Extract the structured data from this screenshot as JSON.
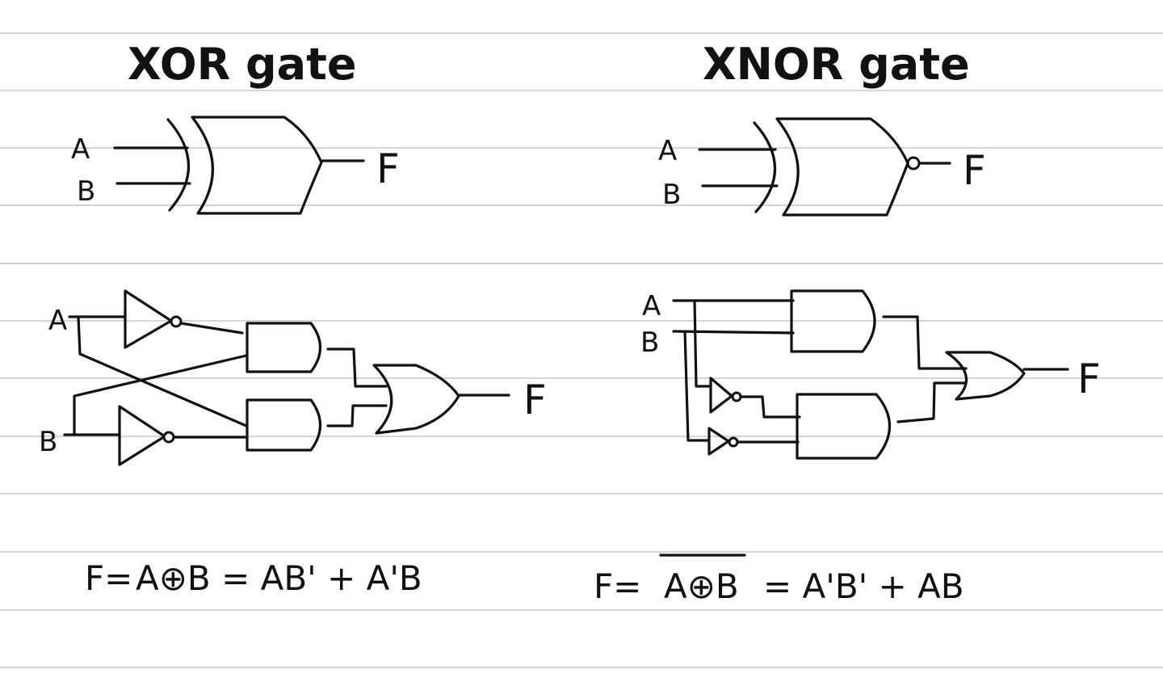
{
  "xor": {
    "title": "XOR gate",
    "input_a": "A",
    "input_b": "B",
    "output": "F",
    "equation_lhs": "F=",
    "equation_rhs": "A⊕B = AB' + A'B"
  },
  "xnor": {
    "title": "XNOR gate",
    "input_a": "A",
    "input_b": "B",
    "output": "F",
    "equation_lhs": "F=",
    "equation_bar": "A⊕B",
    "equation_rhs": "= A'B' + AB"
  }
}
